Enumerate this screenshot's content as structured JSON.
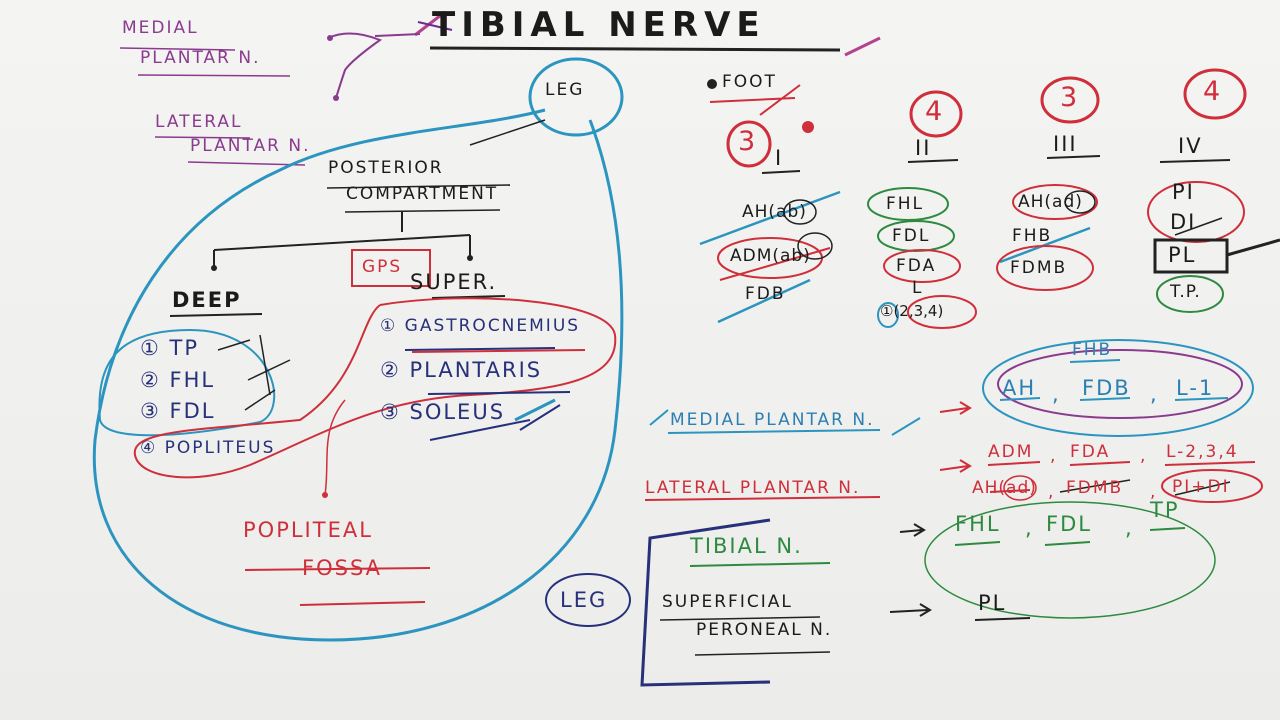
{
  "title": "TIBIAL NERVE",
  "top_left": {
    "medial": "MEDIAL",
    "plantar_n": "PLANTAR N.",
    "lateral": "LATERAL",
    "lateral_plantar": "PLANTAR N."
  },
  "leg_top": "LEG",
  "posterior": "POSTERIOR",
  "compartment": "COMPARTMENT",
  "deep": "DEEP",
  "gps": "GPS",
  "super": "SUPER.",
  "deep_items": [
    "① TP",
    "② FHL",
    "③ FDL",
    "④ POPLITEUS"
  ],
  "super_items": [
    "① GASTROCNEMIUS",
    "② PLANTARIS",
    "③ SOLEUS"
  ],
  "popliteal": "POPLITEAL",
  "fossa": "FOSSA",
  "foot": {
    "label": "FOOT",
    "layers": [
      {
        "count": "3",
        "roman": "I",
        "items": [
          "AH(ab)",
          "ADM(ab)",
          "FDB"
        ]
      },
      {
        "count": "4",
        "roman": "II",
        "items": [
          "FHL",
          "FDL",
          "FDA",
          "L",
          "①(2,3,4)"
        ]
      },
      {
        "count": "3",
        "roman": "III",
        "items": [
          "AH(ad)",
          "FHB",
          "FDMB"
        ]
      },
      {
        "count": "4",
        "roman": "IV",
        "items": [
          "PI",
          "DI",
          "PL",
          "T.P."
        ]
      }
    ]
  },
  "fhb": "FHB",
  "medial_row": {
    "label": "MEDIAL PLANTAR N.",
    "arrow": "→",
    "values": [
      "AH",
      "FDB",
      "L-1"
    ]
  },
  "lateral_row": {
    "label": "LATERAL PLANTAR N.",
    "arrow": "→",
    "values": [
      "ADM",
      "FDA",
      "L-2,3,4"
    ],
    "values2": [
      "AH(ad)",
      "FDMB",
      "PI+DI"
    ]
  },
  "tibial_row": {
    "label": "TIBIAL N.",
    "arrow": "→",
    "values": [
      "FHL",
      "FDL",
      "TP"
    ]
  },
  "leg_bottom": "LEG",
  "superficial": {
    "line1": "SUPERFICIAL",
    "line2": "PERONEAL N.",
    "arrow": "→",
    "value": "PL"
  },
  "sep": ","
}
